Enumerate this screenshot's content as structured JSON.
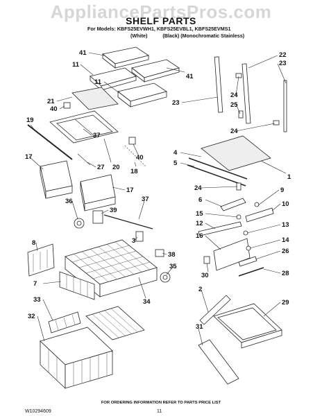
{
  "watermark": "AppliancePartsPros.com",
  "title": "SHELF PARTS",
  "models_line": "For Models: KBFS25EVWH1, KBFS25EVBL1, KBFS25EVMS1",
  "colors_line": "(White)           (Black) (Monochromatic Stainless)",
  "footer": "FOR ORDERING INFORMATION REFER TO PARTS PRICE LIST",
  "doc_number": "W10294609",
  "page_number": "11",
  "callouts": {
    "c41a": "41",
    "c11a": "11",
    "c41b": "41",
    "c11b": "11",
    "c22": "22",
    "c23a": "23",
    "c21": "21",
    "c40a": "40",
    "c24a": "24",
    "c25": "25",
    "c23b": "23",
    "c19": "19",
    "c37a": "37",
    "c24b": "24",
    "c17a": "17",
    "c27": "27",
    "c20": "20",
    "c40b": "40",
    "c18": "18",
    "c4": "4",
    "c5": "5",
    "c1": "1",
    "c17b": "17",
    "c24c": "24",
    "c9": "9",
    "c36": "36",
    "c39": "39",
    "c37b": "37",
    "c6": "6",
    "c10": "10",
    "c15": "15",
    "c12": "12",
    "c13": "13",
    "c3": "3",
    "c8": "8",
    "c16": "16",
    "c38": "38",
    "c14": "14",
    "c35": "35",
    "c26": "26",
    "c7": "7",
    "c30": "30",
    "c28": "28",
    "c34": "34",
    "c2": "2",
    "c33": "33",
    "c29": "29",
    "c32": "32",
    "c31": "31"
  }
}
